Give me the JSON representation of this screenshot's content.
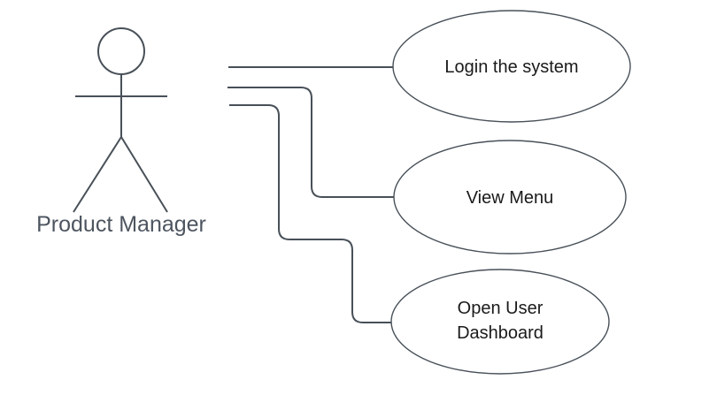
{
  "theme": {
    "canvas-bg": "#ffffff",
    "stroke": "#485058",
    "shape-fill": "#ffffff",
    "text": "#1a1a1a",
    "actor-label": "#4d5560"
  },
  "diagram": {
    "kind": "uml-use-case-diagram",
    "actor": {
      "label": "Product Manager"
    },
    "use_cases": [
      {
        "id": "login",
        "label": "Login the system"
      },
      {
        "id": "view-menu",
        "label": "View Menu"
      },
      {
        "id": "open-dashboard",
        "label_line1": "Open User",
        "label_line2": "Dashboard"
      }
    ],
    "associations": [
      {
        "from": "Product Manager",
        "to": "Login the system"
      },
      {
        "from": "Product Manager",
        "to": "View Menu"
      },
      {
        "from": "Product Manager",
        "to": "Open User Dashboard"
      }
    ]
  }
}
